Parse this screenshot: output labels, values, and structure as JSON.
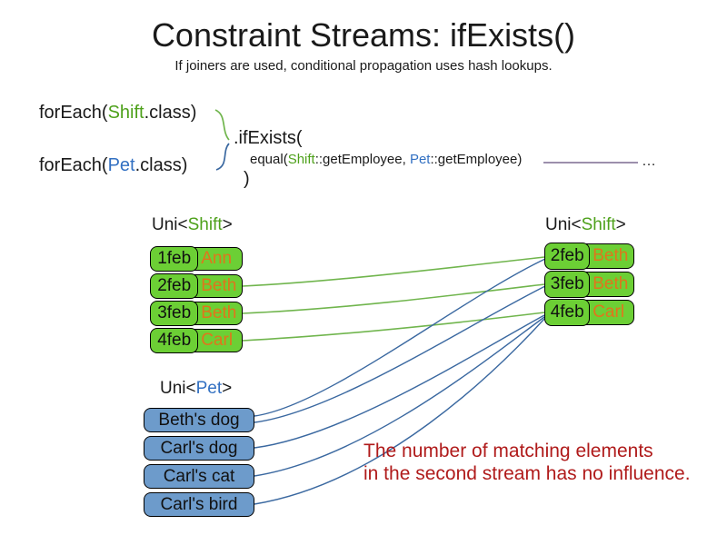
{
  "title": "Constraint Streams: ifExists()",
  "subtitle": "If joiners are used, conditional propagation uses hash lookups.",
  "code": {
    "foreach_shift": {
      "pre": "forEach(",
      "type": "Shift",
      "post": ".class)"
    },
    "foreach_pet": {
      "pre": "forEach(",
      "type": "Pet",
      "post": ".class)"
    },
    "if_exists": ".ifExists(",
    "equal": {
      "pre": "equal(",
      "shift_type": "Shift",
      "mid": "::getEmployee, ",
      "pet_type": "Pet",
      "post": "::getEmployee)"
    },
    "close_paren": ")",
    "ellipsis": "…"
  },
  "left_shift_table": {
    "label_pre": "Uni<",
    "label_type": "Shift",
    "label_post": ">",
    "rows": [
      {
        "date": "1feb",
        "name": "Ann"
      },
      {
        "date": "2feb",
        "name": "Beth"
      },
      {
        "date": "3feb",
        "name": "Beth"
      },
      {
        "date": "4feb",
        "name": "Carl"
      }
    ]
  },
  "right_shift_table": {
    "label_pre": "Uni<",
    "label_type": "Shift",
    "label_post": ">",
    "rows": [
      {
        "date": "2feb",
        "name": "Beth"
      },
      {
        "date": "3feb",
        "name": "Beth"
      },
      {
        "date": "4feb",
        "name": "Carl"
      }
    ]
  },
  "pet_table": {
    "label_pre": "Uni<",
    "label_type": "Pet",
    "label_post": ">",
    "rows": [
      {
        "name": "Beth's dog"
      },
      {
        "name": "Carl's dog"
      },
      {
        "name": "Carl's cat"
      },
      {
        "name": "Carl's bird"
      }
    ]
  },
  "note": {
    "line1": "The number of matching elements",
    "line2": "in the second stream has no influence."
  },
  "connections": {
    "first_stream_to_second": [
      {
        "from": "2feb Beth (left)",
        "to": "2feb Beth (right)"
      },
      {
        "from": "3feb Beth (left)",
        "to": "3feb Beth (right)"
      },
      {
        "from": "4feb Carl (left)",
        "to": "4feb Carl (right)"
      }
    ],
    "pet_to_second_stream": [
      {
        "from": "Beth's dog",
        "to": "2feb Beth"
      },
      {
        "from": "Beth's dog",
        "to": "3feb Beth"
      },
      {
        "from": "Carl's dog",
        "to": "4feb Carl"
      },
      {
        "from": "Carl's cat",
        "to": "4feb Carl"
      },
      {
        "from": "Carl's bird",
        "to": "4feb Carl"
      }
    ]
  },
  "colors": {
    "code_green": "#4EA11B",
    "code_blue": "#3270C2",
    "fill_green": "#6CCF35",
    "fill_blue": "#6D9BCB",
    "name_orange": "#E0751C",
    "line_green": "#70B54D",
    "line_blue": "#3A68A0",
    "note_red": "#B01B1B",
    "ref_line_purple": "#7B6A91"
  }
}
